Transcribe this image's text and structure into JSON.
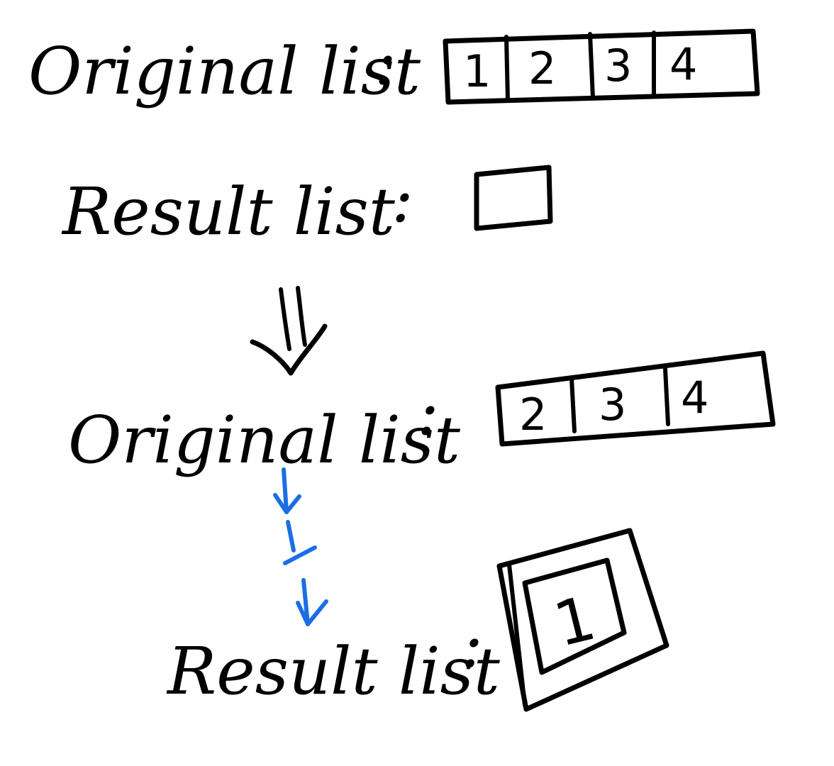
{
  "labels": {
    "original_1": "Original list",
    "result_1": "Result list",
    "original_2": "Original list",
    "result_2": "Result list",
    "colon": ":"
  },
  "step1": {
    "original_items": [
      "1",
      "2",
      "3",
      "4"
    ],
    "result_items": []
  },
  "step2": {
    "original_items": [
      "2",
      "3",
      "4"
    ],
    "moved_item": "1",
    "result_items": [
      "1"
    ]
  },
  "colors": {
    "ink": "#000000",
    "move_arrow": "#1a6fe6",
    "background": "#ffffff"
  },
  "icons": {
    "transition": "double-down-arrow-icon",
    "move": "blue-down-arrow-icon"
  }
}
